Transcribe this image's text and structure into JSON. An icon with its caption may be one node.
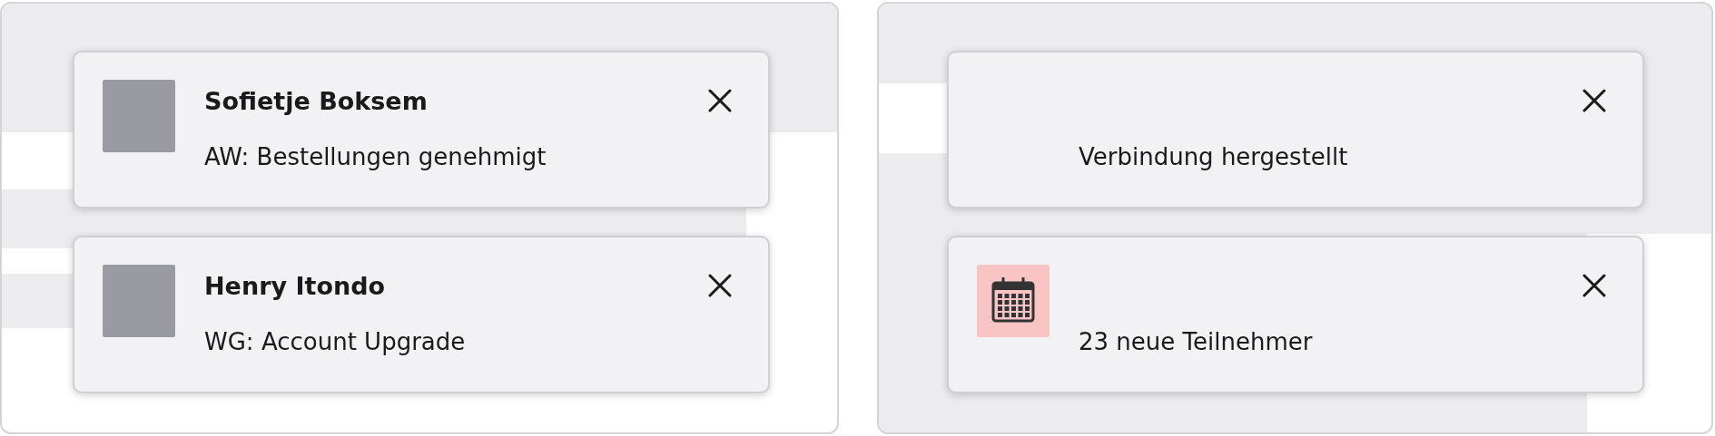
{
  "diagram": {
    "nodes": [
      {
        "text": [],
        "shape": "box"
      },
      {
        "text": [
          "Sofietje Boksem",
          "AW: Bestellungen genehmigt"
        ],
        "in": 0
      },
      {
        "text": [
          "Henry Itondo",
          "WG: Account Upgrade"
        ],
        "in": 0
      },
      {
        "text": [],
        "shape": "box"
      },
      {
        "text": [
          "Verbindung hergestellt"
        ],
        "in": 3
      },
      {
        "text": [
          "23 neue Teilnehmer"
        ],
        "in": 3
      }
    ],
    "edges": []
  }
}
